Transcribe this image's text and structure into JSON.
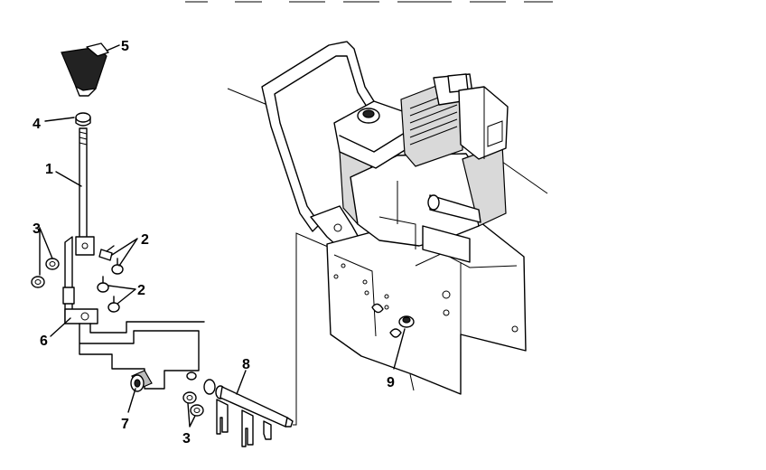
{
  "diagram": {
    "callouts": {
      "c1": "1",
      "c2a": "2",
      "c2b": "2",
      "c3a": "3",
      "c3b": "3",
      "c4": "4",
      "c5": "5",
      "c6": "6",
      "c7": "7",
      "c8": "8",
      "c9": "9"
    }
  }
}
